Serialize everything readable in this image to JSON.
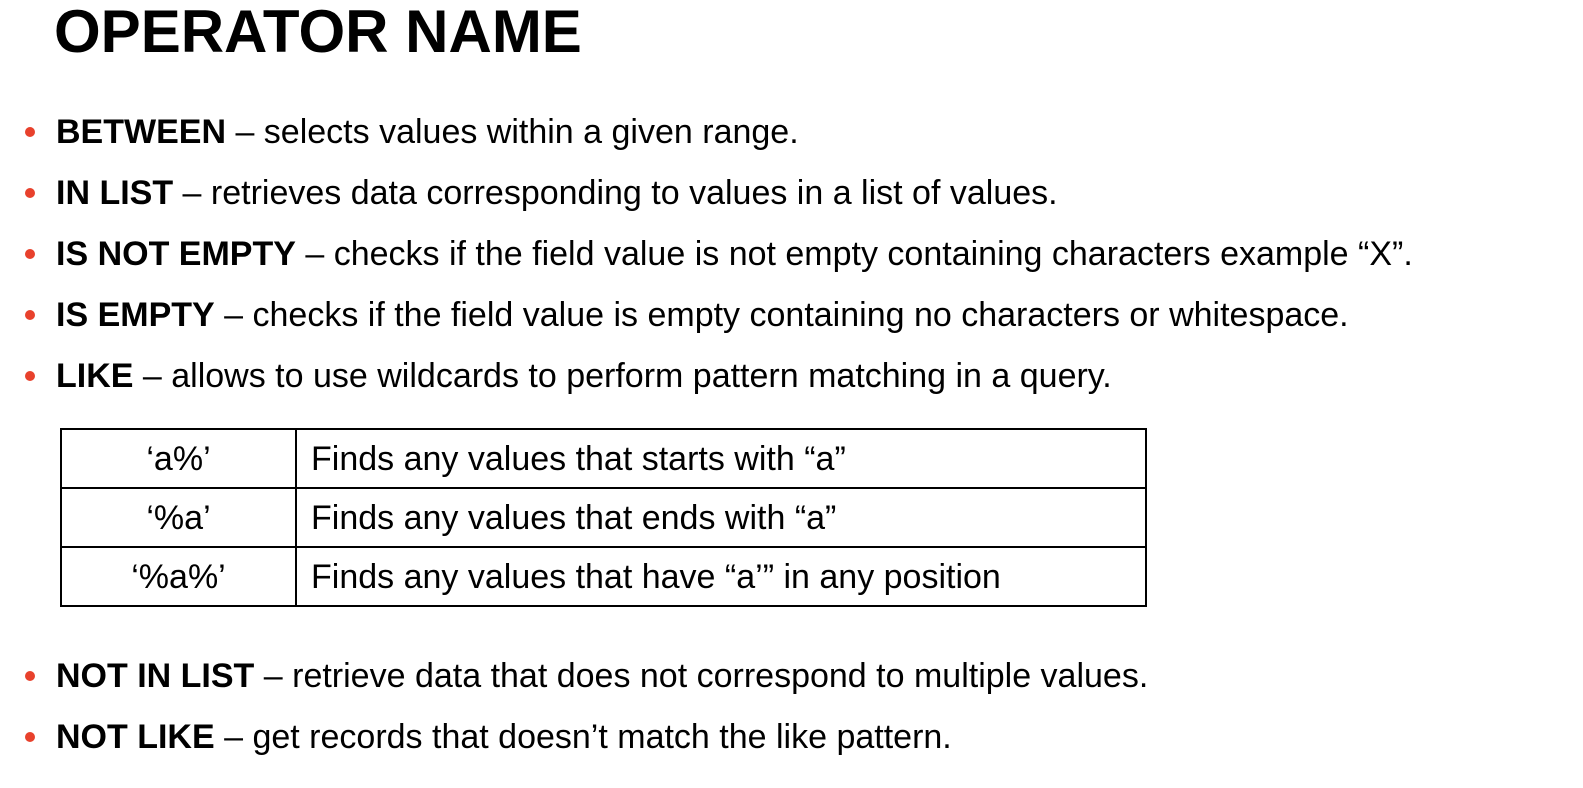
{
  "slide": {
    "title": "OPERATOR NAME",
    "bullet_color": "#e8412c",
    "bullets_top": [
      {
        "term": "BETWEEN",
        "desc": " – selects values within a given range."
      },
      {
        "term": "IN LIST",
        "desc": " – retrieves data corresponding to values in a list of values."
      },
      {
        "term": "IS NOT EMPTY",
        "desc": " – checks if the field value is not empty containing characters example “X”."
      },
      {
        "term": "IS EMPTY",
        "desc": " – checks if the field value is empty containing no characters or whitespace."
      },
      {
        "term": "LIKE",
        "desc": " – allows to use wildcards to perform pattern matching in a query."
      }
    ],
    "like_table": {
      "rows": [
        {
          "pattern": "‘a%’",
          "description": "Finds any values that starts with “a”"
        },
        {
          "pattern": "‘%a’",
          "description": "Finds any values that ends with “a”"
        },
        {
          "pattern": "‘%a%’",
          "description": "Finds any values that have “a’” in any position"
        }
      ]
    },
    "bullets_bottom": [
      {
        "term": "NOT IN LIST",
        "desc": " – retrieve data that does not correspond to multiple values."
      },
      {
        "term": "NOT LIKE",
        "desc": " – get records that doesn’t match the like pattern."
      }
    ]
  }
}
